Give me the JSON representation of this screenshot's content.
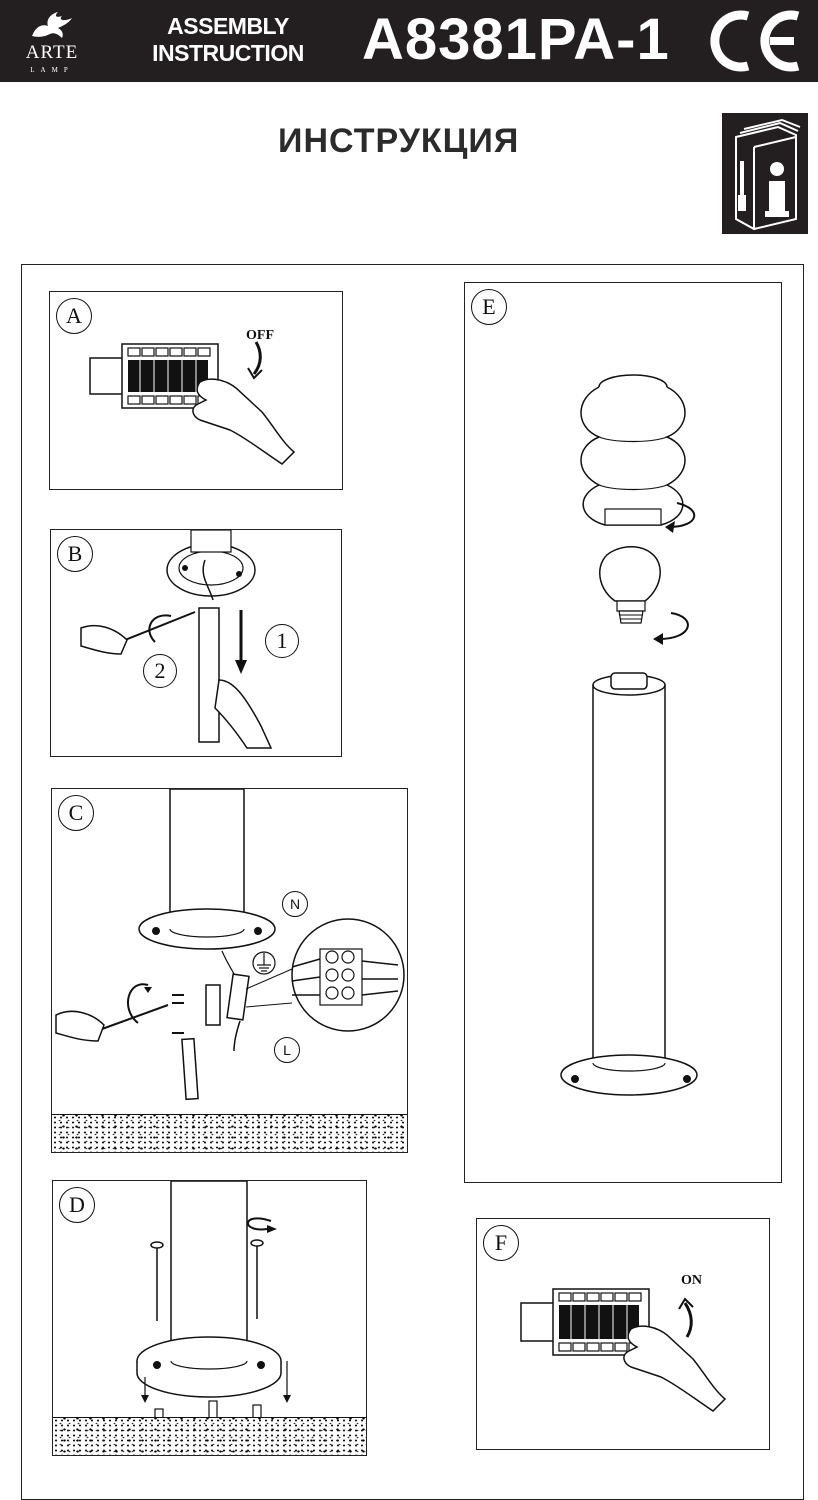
{
  "header": {
    "brand": "ARTE",
    "brand_sub": "LAMP",
    "assembly_label": "ASSEMBLY INSTRUCTION",
    "model": "A8381PA-1",
    "certification": "CE",
    "background": "#231f20"
  },
  "title": "ИНСТРУКЦИЯ",
  "info_icon": "manual-info-icon",
  "steps": {
    "a": {
      "letter": "A",
      "switch_label": "OFF"
    },
    "b": {
      "letter": "B",
      "order_1": "1",
      "order_2": "2"
    },
    "c": {
      "letter": "C",
      "neutral": "N",
      "live": "L",
      "earth_icon": "ground-icon"
    },
    "d": {
      "letter": "D"
    },
    "e": {
      "letter": "E"
    },
    "f": {
      "letter": "F",
      "switch_label": "ON"
    }
  }
}
